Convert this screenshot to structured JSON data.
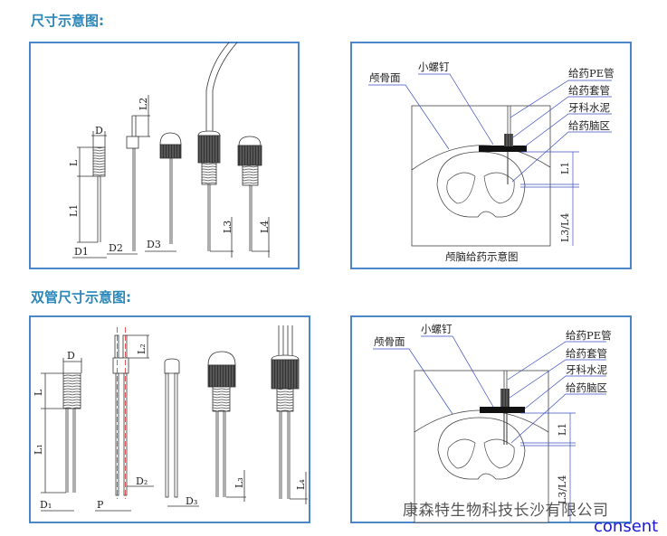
{
  "sections": [
    {
      "heading": "尺寸示意图:"
    },
    {
      "heading": "双管尺寸示意图:"
    }
  ],
  "single_dims": {
    "D": "D",
    "L": "L",
    "L1": "L1",
    "L2": "L2",
    "L3": "L3",
    "L4": "L4",
    "D1": "D1",
    "D2": "D2",
    "D3": "D3"
  },
  "double_dims": {
    "D": "D",
    "L": "L",
    "L1": "L₁",
    "L2": "L₂",
    "L3": "L₃",
    "L4": "L₄",
    "D1": "D₁",
    "D2": "D₂",
    "D3": "D₃",
    "P": "P"
  },
  "brain": {
    "screw": "小螺钉",
    "skull": "颅骨面",
    "pe_tube": "给药PE管",
    "cannula": "给药套管",
    "cement": "牙科水泥",
    "target": "给药脑区",
    "L1": "L1",
    "L3L4": "L3/L4",
    "caption": "颅脑给药示意图"
  },
  "watermark": "康森特生物科技长沙有限公司",
  "corner_text": "consent",
  "colors": {
    "heading": "#2a86b8",
    "frame": "#4a86c8",
    "leader": "#3a4fc0",
    "guide": "#e03030"
  }
}
